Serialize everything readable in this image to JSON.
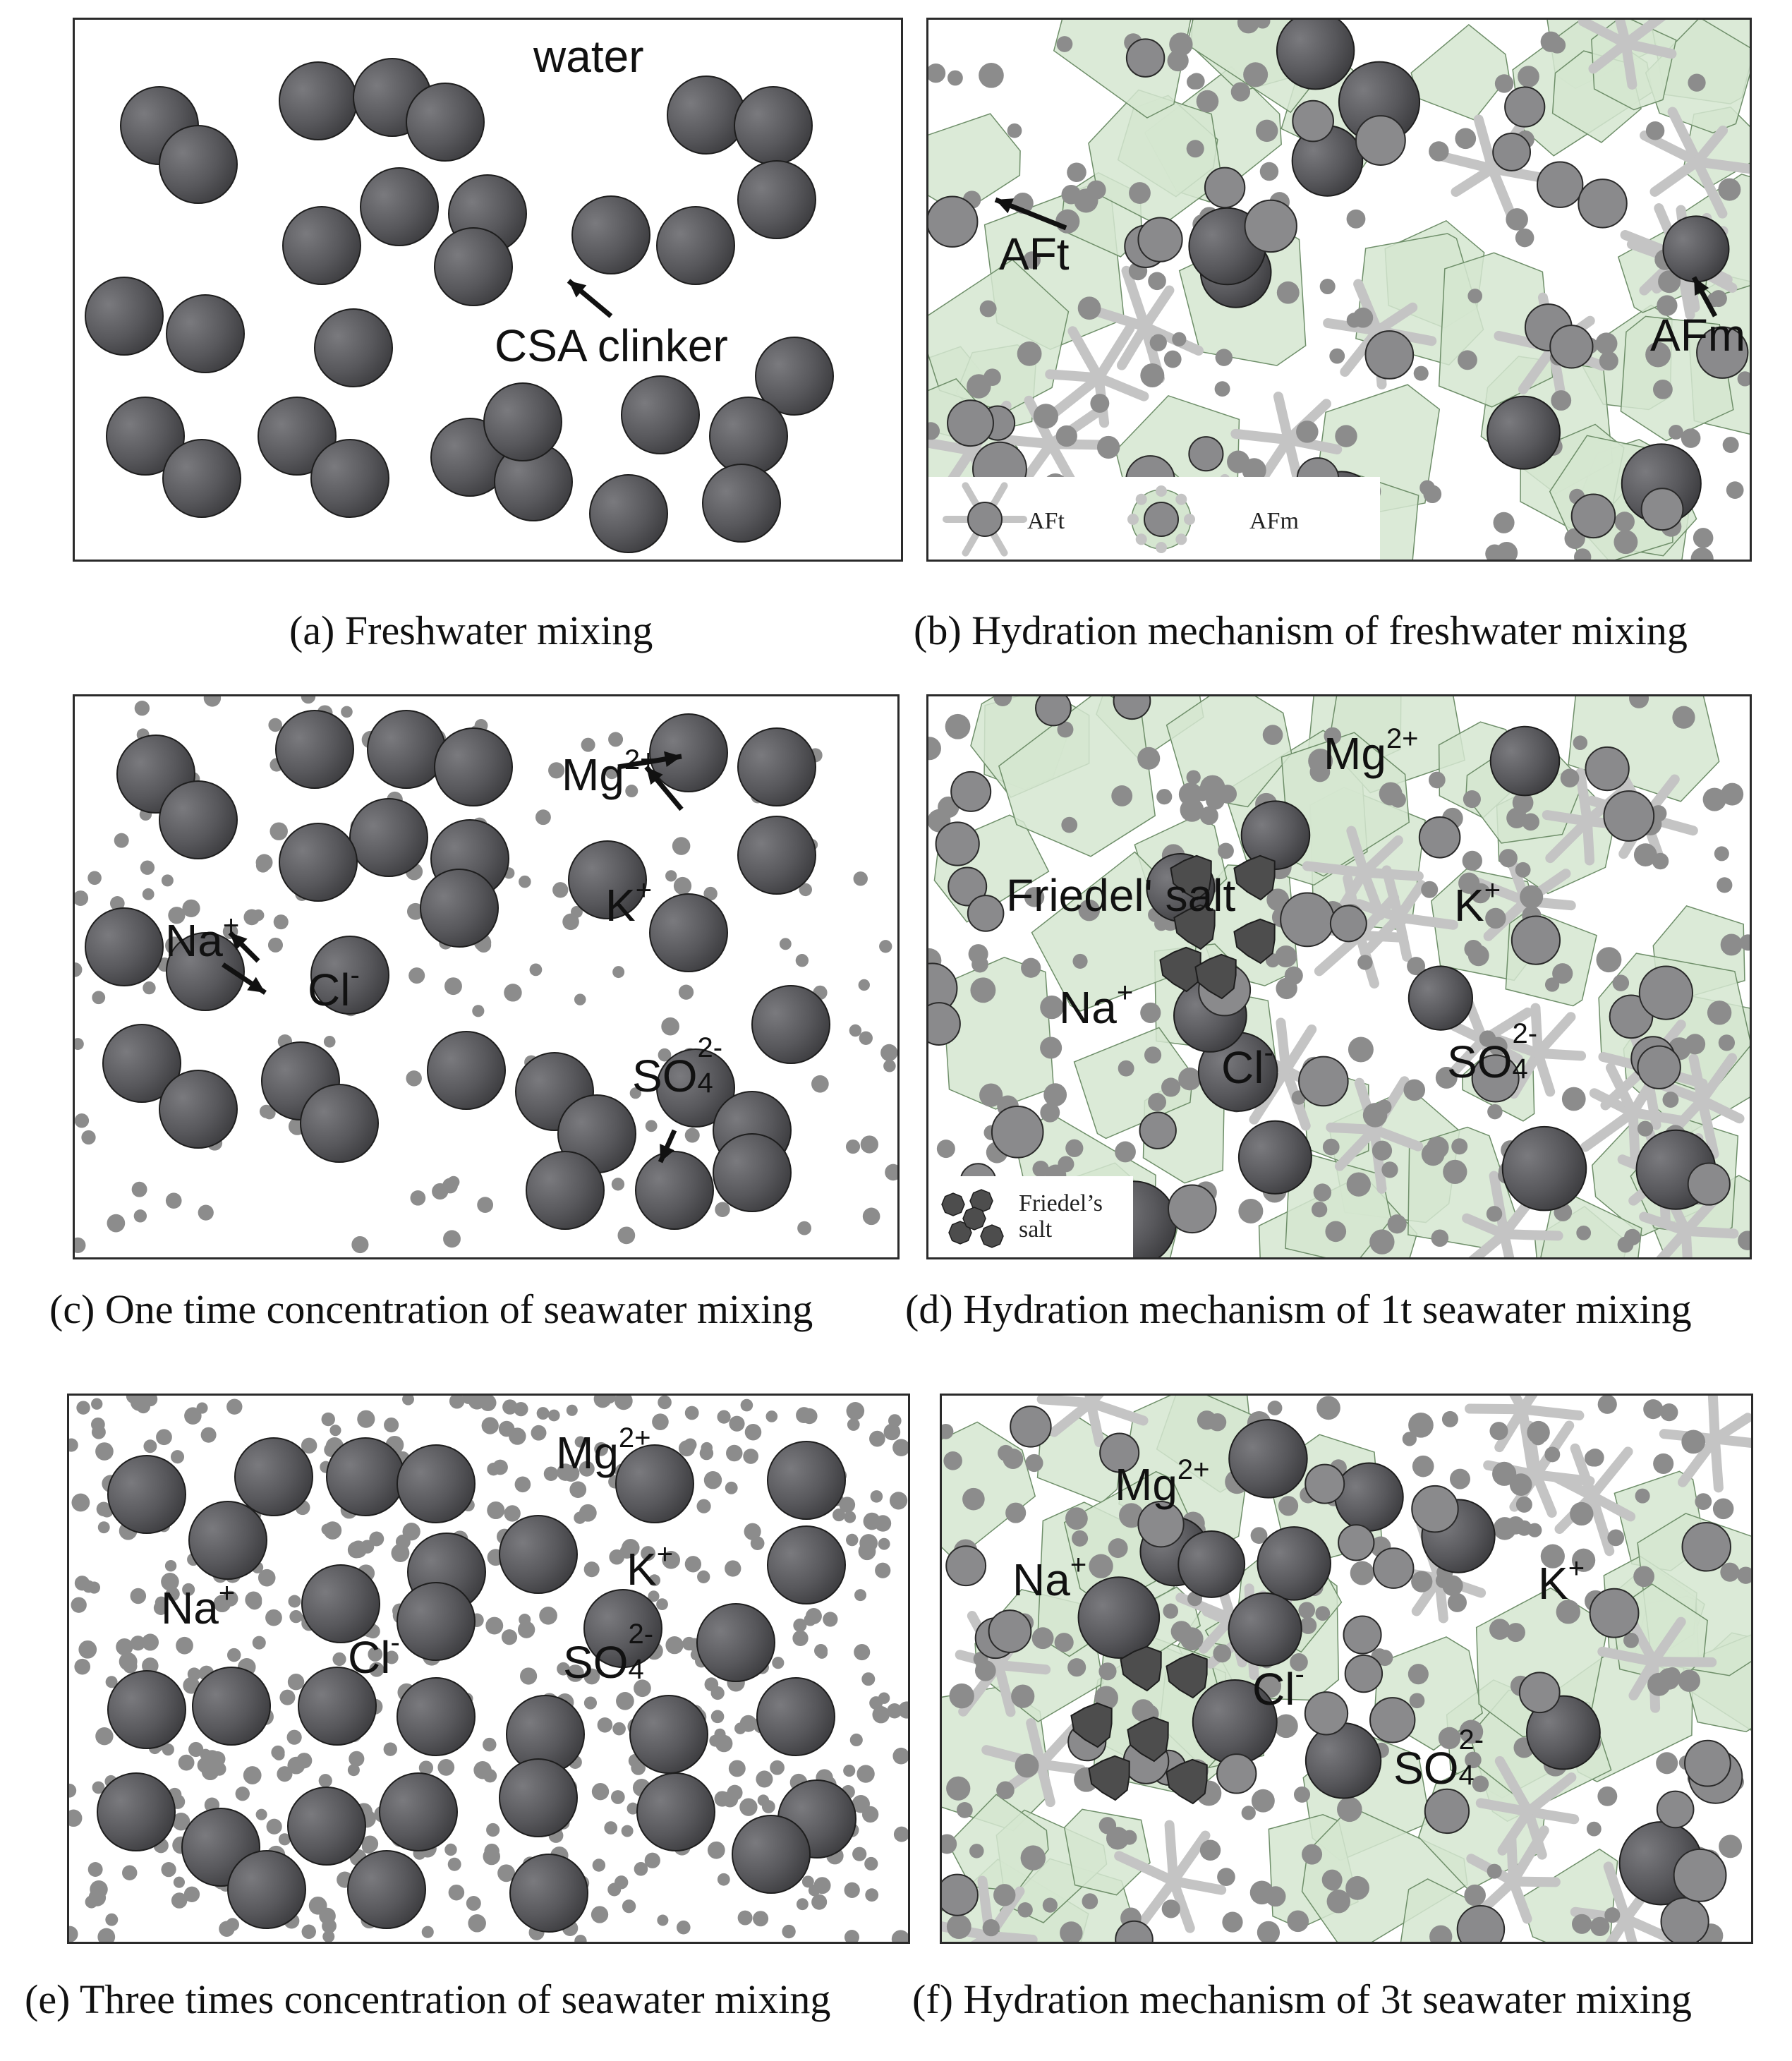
{
  "panels": {
    "a": {
      "caption": "(a) Freshwater mixing",
      "labels": {
        "water": "water",
        "clinker": "CSA clinker"
      }
    },
    "b": {
      "caption": "(b) Hydration mechanism of freshwater mixing",
      "labels": {
        "aft": "AFt",
        "afm": "AFm"
      },
      "legend": {
        "aft": "AFt",
        "afm": "AFm"
      }
    },
    "c": {
      "caption": "(c) One time concentration of seawater mixing",
      "ions": {
        "mg": "Mg",
        "mg_charge": "2+",
        "k": "K",
        "k_charge": "+",
        "na": "Na",
        "na_charge": "+",
        "cl": "Cl",
        "cl_charge": "-",
        "so": "SO",
        "so_sub": "4",
        "so_charge": "2-"
      }
    },
    "d": {
      "caption": "(d) Hydration mechanism of 1t seawater mixing",
      "labels": {
        "friedel": "Friedel' salt"
      },
      "ions": {
        "mg": "Mg",
        "mg_charge": "2+",
        "k": "K",
        "k_charge": "+",
        "na": "Na",
        "na_charge": "+",
        "cl": "Cl",
        "cl_charge": "-",
        "so": "SO",
        "so_sub": "4",
        "so_charge": "2-"
      },
      "legend": {
        "friedel_line1": "Friedel’s",
        "friedel_line2": "salt"
      }
    },
    "e": {
      "caption": "(e) Three times concentration of seawater mixing",
      "ions": {
        "mg": "Mg",
        "mg_charge": "2+",
        "k": "K",
        "k_charge": "+",
        "na": "Na",
        "na_charge": "+",
        "cl": "Cl",
        "cl_charge": "-",
        "so": "SO",
        "so_sub": "4",
        "so_charge": "2-"
      }
    },
    "f": {
      "caption": "(f) Hydration mechanism of 3t seawater mixing",
      "ions": {
        "mg": "Mg",
        "mg_charge": "2+",
        "k": "K",
        "k_charge": "+",
        "na": "Na",
        "na_charge": "+",
        "cl": "Cl",
        "cl_charge": "-",
        "so": "SO",
        "so_sub": "4",
        "so_charge": "2-"
      }
    }
  },
  "colors": {
    "clinker": "#5f5f63",
    "clinker_hydrated": "#8a8a8c",
    "ion": "#8c8c8c",
    "afm_halo": "#d5e6d0",
    "aft_spike": "#c4c4c4",
    "friedel": "#4d4d4d",
    "border": "#2a2a2a"
  }
}
